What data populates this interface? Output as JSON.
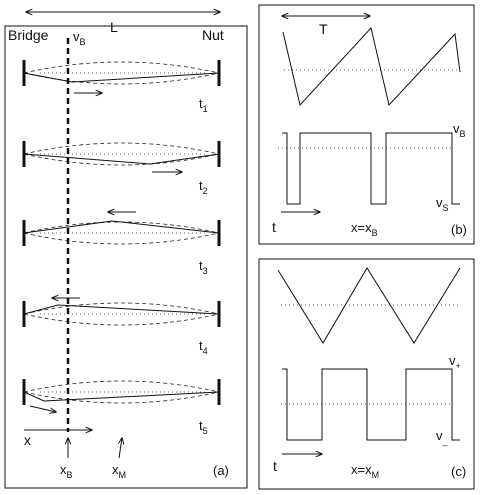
{
  "panel_a": {
    "length_label": "L",
    "bridge_label": "Bridge",
    "nut_label": "Nut",
    "bridge_velocity_label": "v",
    "bridge_velocity_sub": "B",
    "time_labels": [
      {
        "main": "t",
        "sub": "1"
      },
      {
        "main": "t",
        "sub": "2"
      },
      {
        "main": "t",
        "sub": "3"
      },
      {
        "main": "t",
        "sub": "4"
      },
      {
        "main": "t",
        "sub": "5"
      }
    ],
    "x_axis_label": "x",
    "bridge_point_label": {
      "main": "x",
      "sub": "B"
    },
    "middle_point_label": {
      "main": "x",
      "sub": "M"
    },
    "panel_letter": "(a)"
  },
  "panel_b": {
    "period_label": "T",
    "velocity_high": {
      "main": "v",
      "sub": "B"
    },
    "velocity_low": {
      "main": "v",
      "sub": "S"
    },
    "time_label": "t",
    "position_label": {
      "main": "x=x",
      "sub": "B"
    },
    "panel_letter": "(b)"
  },
  "panel_c": {
    "velocity_high": {
      "main": "v",
      "sub": "+"
    },
    "velocity_low": {
      "main": "v",
      "sub": "_"
    },
    "time_label": "t",
    "position_label": {
      "main": "x=x",
      "sub": "M"
    },
    "panel_letter": "(c)"
  }
}
